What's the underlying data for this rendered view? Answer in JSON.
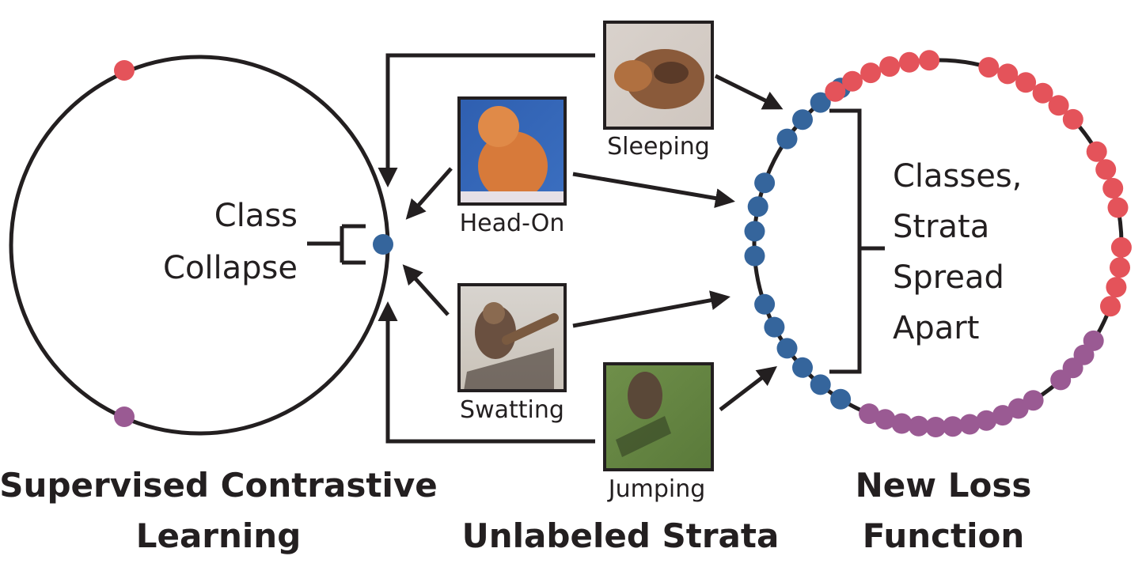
{
  "colors": {
    "red": "#e4535a",
    "blue": "#35659c",
    "purple": "#9a5a93",
    "ink": "#231f20"
  },
  "left_panel": {
    "annotation_line1": "Class",
    "annotation_line2": "Collapse",
    "title_line1": "Supervised Contrastive",
    "title_line2": "Learning",
    "points": [
      "red",
      "blue",
      "purple"
    ]
  },
  "middle_panel": {
    "title": "Unlabeled Strata",
    "images": [
      {
        "caption": "Sleeping",
        "picture": "sleeping-cat-photo"
      },
      {
        "caption": "Head-On",
        "picture": "head-on-kitten-photo"
      },
      {
        "caption": "Swatting",
        "picture": "swatting-cat-photo"
      },
      {
        "caption": "Jumping",
        "picture": "jumping-cat-photo"
      }
    ]
  },
  "right_panel": {
    "annotation_line1": "Classes,",
    "annotation_line2": "Strata",
    "annotation_line3": "Spread",
    "annotation_line4": "Apart",
    "title_line1": "New Loss",
    "title_line2": "Function",
    "point_groups": [
      "blue",
      "red",
      "purple"
    ]
  }
}
